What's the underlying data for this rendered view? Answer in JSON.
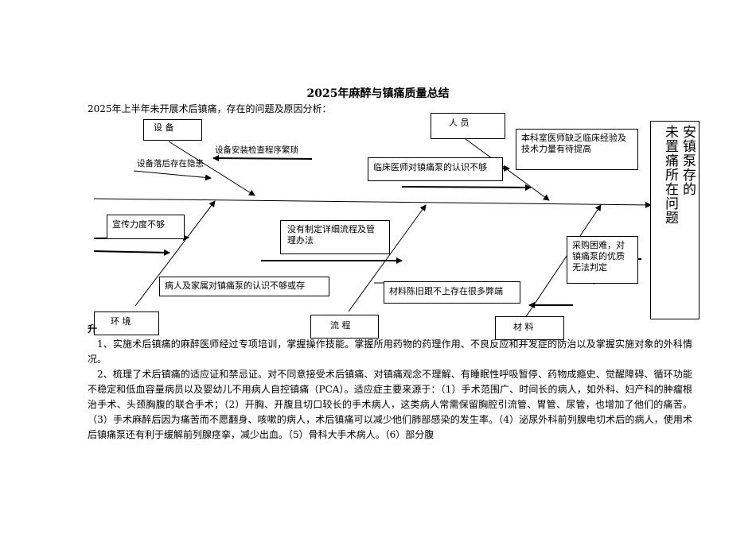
{
  "doc": {
    "title": "2025年麻醉与镇痛质量总结",
    "intro": "2025年上半年未开展术后镇痛，存在的问题及原因分析："
  },
  "diagram": {
    "effect_lines": [
      "安镇泵存的",
      "未置痛所在问题"
    ],
    "categories": {
      "equipment": "设 备",
      "personnel": "人 员",
      "environment": "环 境",
      "process": "流 程",
      "material": "材 料"
    },
    "causes": {
      "equipment_1": "设备安装检查程序繁琐",
      "equipment_2": "设备落后存在隐患",
      "personnel_1": "本科室医师缺乏临床经验及技术力量有待提高",
      "personnel_2": "临床医师对镇痛泵的认识不够",
      "environment_1": "宣传力度不够",
      "environment_2": "病人及家属对镇痛泵的认识不够或存",
      "process_1": "没有制定详细流程及管理办法",
      "material_1": "采购困难，对镇痛泵的优质无法判定",
      "material_2": "材料陈旧跟不上存在很多弊端"
    },
    "partial_glyph": "升"
  },
  "body": {
    "p1": "1、实施术后镇痛的麻醉医师经过专项培训，掌握操作技能。掌握所用药物的药理作用、不良反应和并发症的防治以及掌握实施对象的外科情况。",
    "p2": "2、梳理了术后镇痛的适应证和禁忌证。对不同意接受术后镇痛、对镇痛观念不理解、有睡眠性呼吸暂停、药物成瘾史、觉醒障碍、循环功能不稳定和低血容量病员以及婴幼儿不用病人自控镇痛（PCA）。适应症主要来源于：（1）手术范围广、时间长的病人，如外科、妇产科的肿瘤根治手术、头颈胸腹的联合手术；（2）开胸、开腹且切口较长的手术病人，这类病人常需保留胸腔引流管、胃管、尿管，也增加了他们的痛苦。（3）手术麻醉后因为痛苦而不愿翻身、咳嗽的病人，术后镇痛可以减少他们肺部感染的发生率。（4）泌尿外科前列腺电切术后的病人，使用术后镇痛泵还有利于缓解前列腺痉挛，减少出血。（5）骨科大手术病人。（6）部分腹"
  }
}
